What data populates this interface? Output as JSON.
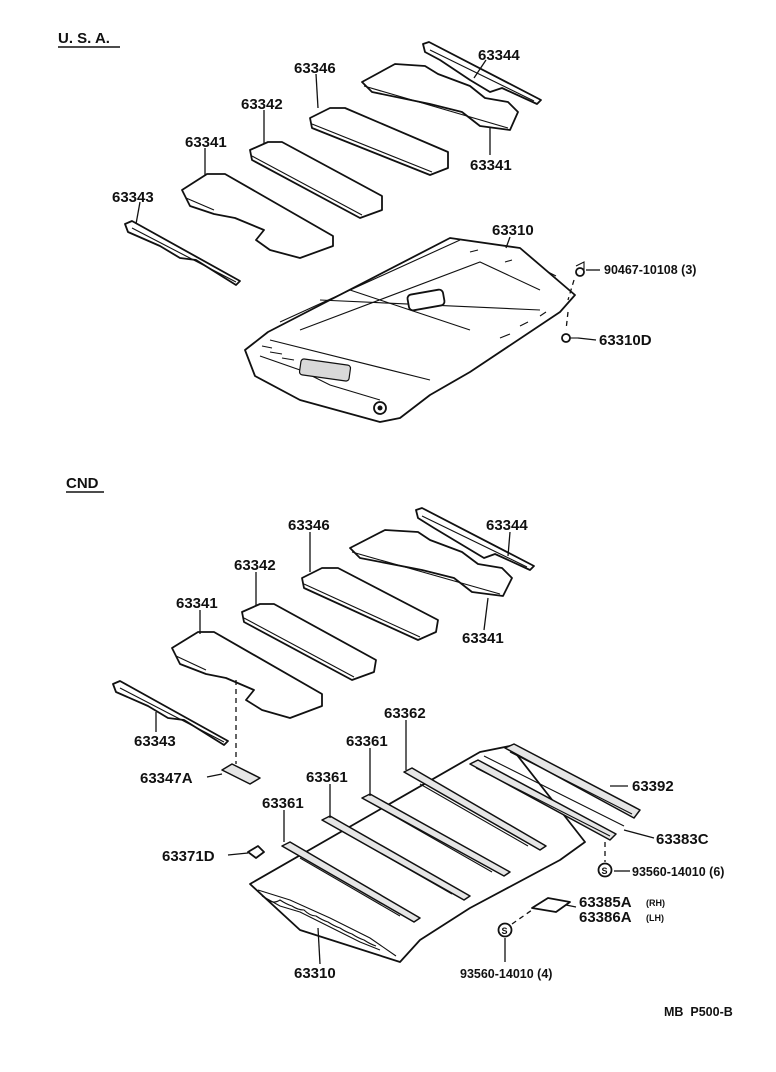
{
  "sections": {
    "usa": {
      "title": "U. S. A.",
      "labels": {
        "p63344": "63344",
        "p63346": "63346",
        "p63342": "63342",
        "p63341_left": "63341",
        "p63341_right": "63341",
        "p63343": "63343",
        "p63310": "63310",
        "p90467": "90467-10108 (3)",
        "p63310D": "63310D"
      }
    },
    "cnd": {
      "title": "CND",
      "labels": {
        "p63346": "63346",
        "p63344": "63344",
        "p63342": "63342",
        "p63341_left": "63341",
        "p63341_right": "63341",
        "p63343": "63343",
        "p63347A": "63347A",
        "p63362": "63362",
        "p63361_a": "63361",
        "p63361_b": "63361",
        "p63361_c": "63361",
        "p63392": "63392",
        "p63383C": "63383C",
        "p63371D": "63371D",
        "p93560_6": "93560-14010 (6)",
        "p63385A": "63385A",
        "p63385A_note": "(RH)",
        "p63386A": "63386A",
        "p63386A_note": "(LH)",
        "p93560_4": "93560-14010 (4)",
        "p63310": "63310",
        "s_mark_1": "S",
        "s_mark_2": "S"
      }
    }
  },
  "footer": {
    "code": "MB  P500-B"
  }
}
